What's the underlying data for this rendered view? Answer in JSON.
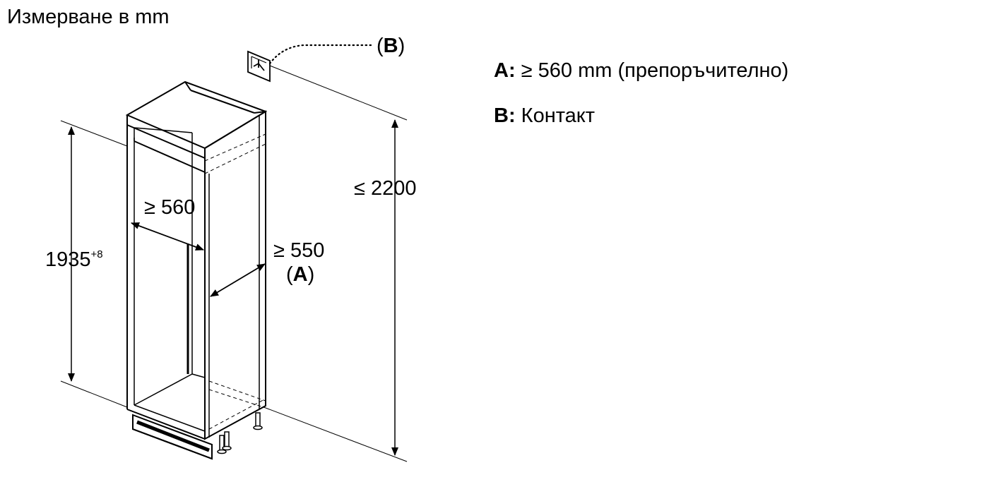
{
  "title": "Измерване в mm",
  "dimensions": {
    "depth_min": "≥ 560",
    "width_min": "≥ 550",
    "width_ref": "A",
    "niche_height": "1935",
    "niche_height_tol": "+8",
    "max_height": "≤ 2200",
    "socket_ref": "B"
  },
  "legend": [
    {
      "key": "A:",
      "text": "≥ 560 mm (препоръчително)"
    },
    {
      "key": "B:",
      "text": "Контакт"
    }
  ],
  "icons": {
    "socket": "power-socket-icon"
  }
}
